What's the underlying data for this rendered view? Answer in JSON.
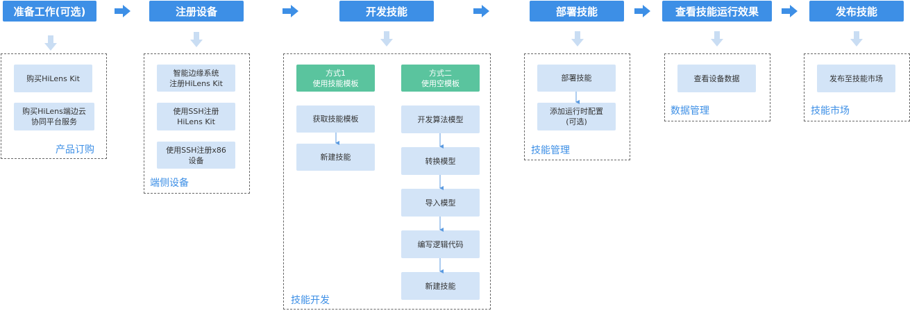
{
  "colors": {
    "header": "#3d8fe6",
    "box": "#d3e4f7",
    "green": "#5ac49e",
    "arrow": "#3d8fe6",
    "label": "#3d8fe6"
  },
  "steps": [
    {
      "title": "准备工作(可选)"
    },
    {
      "title": "注册设备"
    },
    {
      "title": "开发技能"
    },
    {
      "title": "部署技能"
    },
    {
      "title": "查看技能运行效果"
    },
    {
      "title": "发布技能"
    }
  ],
  "groups": {
    "product": {
      "label": "产品订购",
      "items": [
        "购买HiLens Kit",
        "购买HiLens端边云\n协同平台服务"
      ]
    },
    "device": {
      "label": "端侧设备",
      "items": [
        "智能边缘系统\n注册HiLens Kit",
        "使用SSH注册\nHiLens Kit",
        "使用SSH注册x86\n设备"
      ]
    },
    "skill_dev": {
      "label": "技能开发",
      "method1": {
        "title": "方式1\n使用技能模板",
        "items": [
          "获取技能模板",
          "新建技能"
        ]
      },
      "method2": {
        "title": "方式二\n使用空模板",
        "items": [
          "开发算法模型",
          "转换模型",
          "导入模型",
          "编写逻辑代码",
          "新建技能"
        ]
      }
    },
    "skill_mgmt": {
      "label": "技能管理",
      "items": [
        "部署技能",
        "添加运行时配置\n(可选)"
      ]
    },
    "data_mgmt": {
      "label": "数据管理",
      "items": [
        "查看设备数据"
      ]
    },
    "market": {
      "label": "技能市场",
      "items": [
        "发布至技能市场"
      ]
    }
  }
}
